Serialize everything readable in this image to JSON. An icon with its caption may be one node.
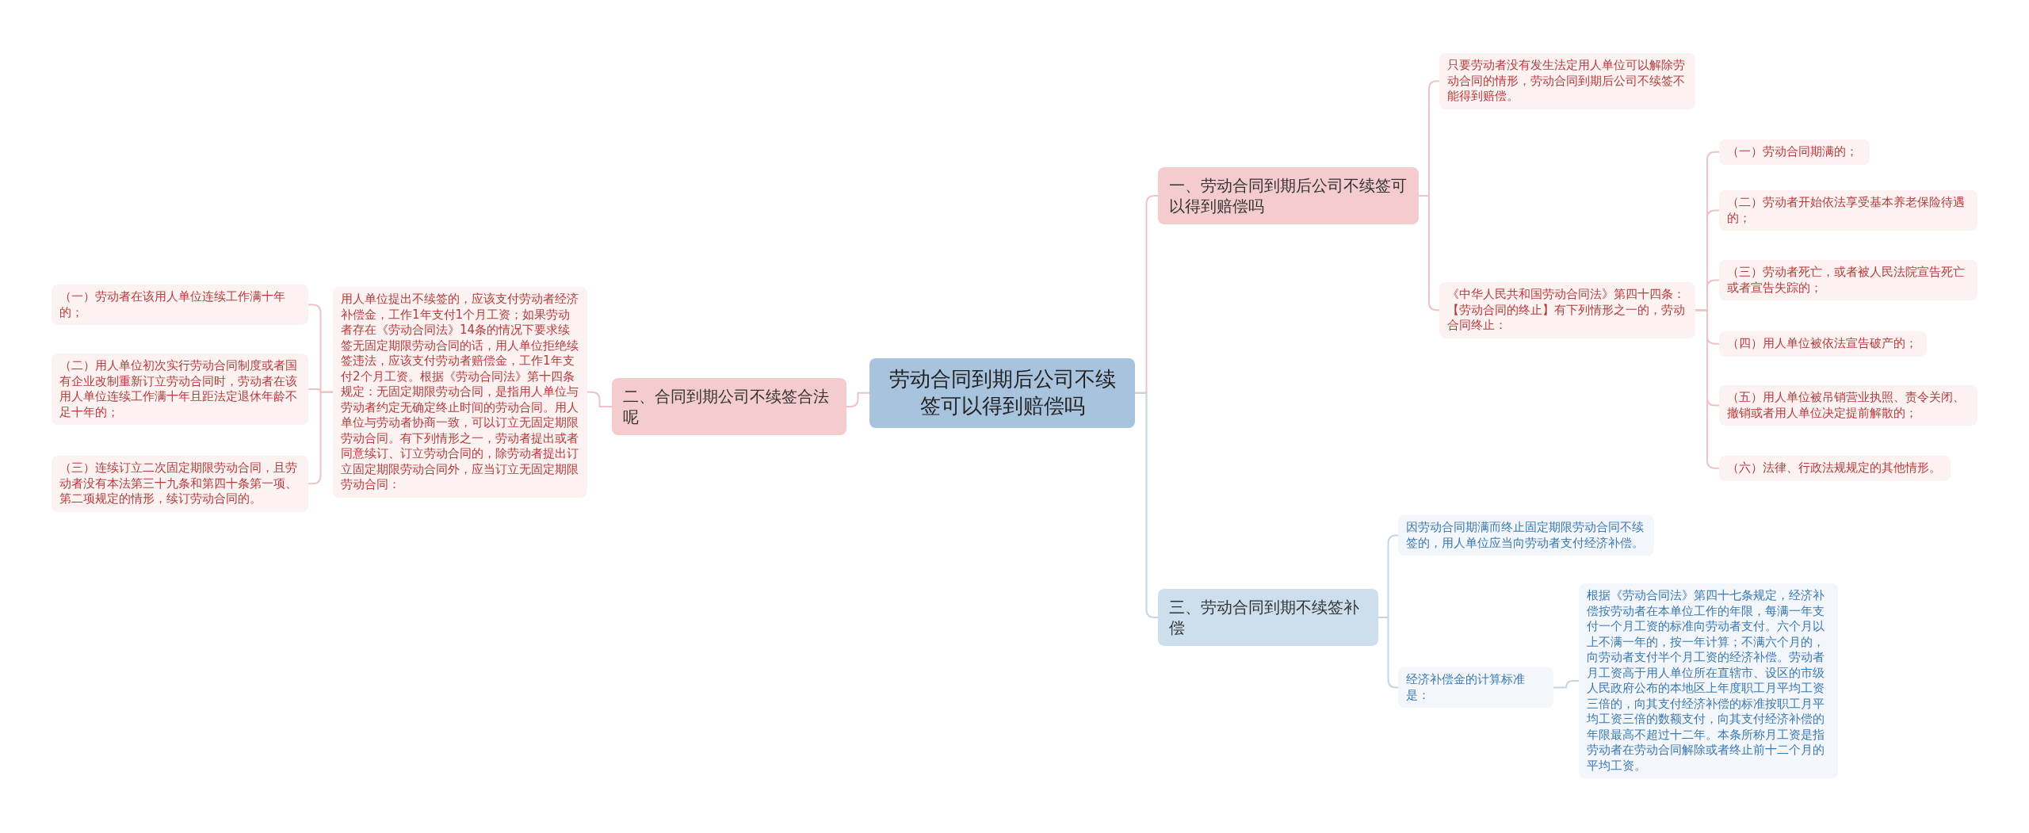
{
  "diagram": {
    "nodes": [
      {
        "text": [
          "劳动合同到期后公司不续签可以得到赔偿吗"
        ]
      },
      {
        "text": [
          "一、劳动合同到期后公司不续签可以得到赔偿吗"
        ]
      },
      {
        "text": [
          "只要劳动者没有发生法定用人单位可以解除劳动合同的情形，劳动合同到期后公司不续签不能得到赔偿。"
        ]
      },
      {
        "text": [
          "《中华人民共和国劳动合同法》第四十四条：【劳动合同的终止】有下列情形之一的，劳动合同终止："
        ]
      },
      {
        "text": [
          "（一）劳动合同期满的；"
        ]
      },
      {
        "text": [
          "（二）劳动者开始依法享受基本养老保险待遇的；"
        ]
      },
      {
        "text": [
          "（三）劳动者死亡，或者被人民法院宣告死亡或者宣告失踪的；"
        ]
      },
      {
        "text": [
          "（四）用人单位被依法宣告破产的；"
        ]
      },
      {
        "text": [
          "（五）用人单位被吊销营业执照、责令关闭、撤销或者用人单位决定提前解散的；"
        ]
      },
      {
        "text": [
          "（六）法律、行政法规规定的其他情形。"
        ]
      },
      {
        "text": [
          "二、合同到期公司不续签合法呢"
        ]
      },
      {
        "text": [
          "用人单位提出不续签的，应该支付劳动者经济补偿金，工作1年支付1个月工资；如果劳动者存在《劳动合同法》14条的情况下要求续签无固定期限劳动合同的话，用人单位拒绝续签违法，应该支付劳动者赔偿金，工作1年支付2个月工资。根据《劳动合同法》第十四条规定：无固定期限劳动合同，是指用人单位与劳动者约定无确定终止时间的劳动合同。用人单位与劳动者协商一致，可以订立无固定期限劳动合同。有下列情形之一，劳动者提出或者同意续订、订立劳动合同的，除劳动者提出订立固定期限劳动合同外，应当订立无固定期限劳动合同："
        ]
      },
      {
        "text": [
          "（一）劳动者在该用人单位连续工作满十年的；"
        ]
      },
      {
        "text": [
          "（二）用人单位初次实行劳动合同制度或者国有企业改制重新订立劳动合同时，劳动者在该用人单位连续工作满十年且距法定退休年龄不足十年的；"
        ]
      },
      {
        "text": [
          "（三）连续订立二次固定期限劳动合同，且劳动者没有本法第三十九条和第四十条第一项、第二项规定的情形，续订劳动合同的。"
        ]
      },
      {
        "text": [
          "三、劳动合同到期不续签补偿"
        ]
      },
      {
        "text": [
          "因劳动合同期满而终止固定期限劳动合同不续签的，用人单位应当向劳动者支付经济补偿。"
        ]
      },
      {
        "text": [
          "经济补偿金的计算标准是："
        ]
      },
      {
        "text": [
          "根据《劳动合同法》第四十七条规定，经济补偿按劳动者在本单位工作的年限，每满一年支付一个月工资的标准向劳动者支付。六个月以上不满一年的，按一年计算；不满六个月的，向劳动者支付半个月工资的经济补偿。劳动者月工资高于用人单位所在直辖市、设区的市级人民政府公布的本地区上年度职工月平均工资三倍的，向其支付经济补偿的标准按职工月平均工资三倍的数额支付，向其支付经济补偿的年限最高不超过十二年。本条所称月工资是指劳动者在劳动合同解除或者终止前十二个月的平均工资。"
        ]
      }
    ],
    "edges": [
      {
        "from": 0,
        "to": 1,
        "arrow": "none"
      },
      {
        "from": 1,
        "to": 2,
        "arrow": "none"
      },
      {
        "from": 1,
        "to": 3,
        "arrow": "none"
      },
      {
        "from": 3,
        "to": 4,
        "arrow": "none"
      },
      {
        "from": 3,
        "to": 5,
        "arrow": "none"
      },
      {
        "from": 3,
        "to": 6,
        "arrow": "none"
      },
      {
        "from": 3,
        "to": 7,
        "arrow": "none"
      },
      {
        "from": 3,
        "to": 8,
        "arrow": "none"
      },
      {
        "from": 3,
        "to": 9,
        "arrow": "none"
      },
      {
        "from": 0,
        "to": 10,
        "arrow": "none"
      },
      {
        "from": 10,
        "to": 11,
        "arrow": "none"
      },
      {
        "from": 11,
        "to": 12,
        "arrow": "none"
      },
      {
        "from": 11,
        "to": 13,
        "arrow": "none"
      },
      {
        "from": 11,
        "to": 14,
        "arrow": "none"
      },
      {
        "from": 0,
        "to": 15,
        "arrow": "none",
        "color": "#c3d5e6"
      },
      {
        "from": 15,
        "to": 16,
        "arrow": "none",
        "color": "#c3d5e6"
      },
      {
        "from": 15,
        "to": 17,
        "arrow": "none",
        "color": "#c3d5e6"
      },
      {
        "from": 17,
        "to": 18,
        "arrow": "none",
        "color": "#c3d5e6"
      }
    ]
  }
}
